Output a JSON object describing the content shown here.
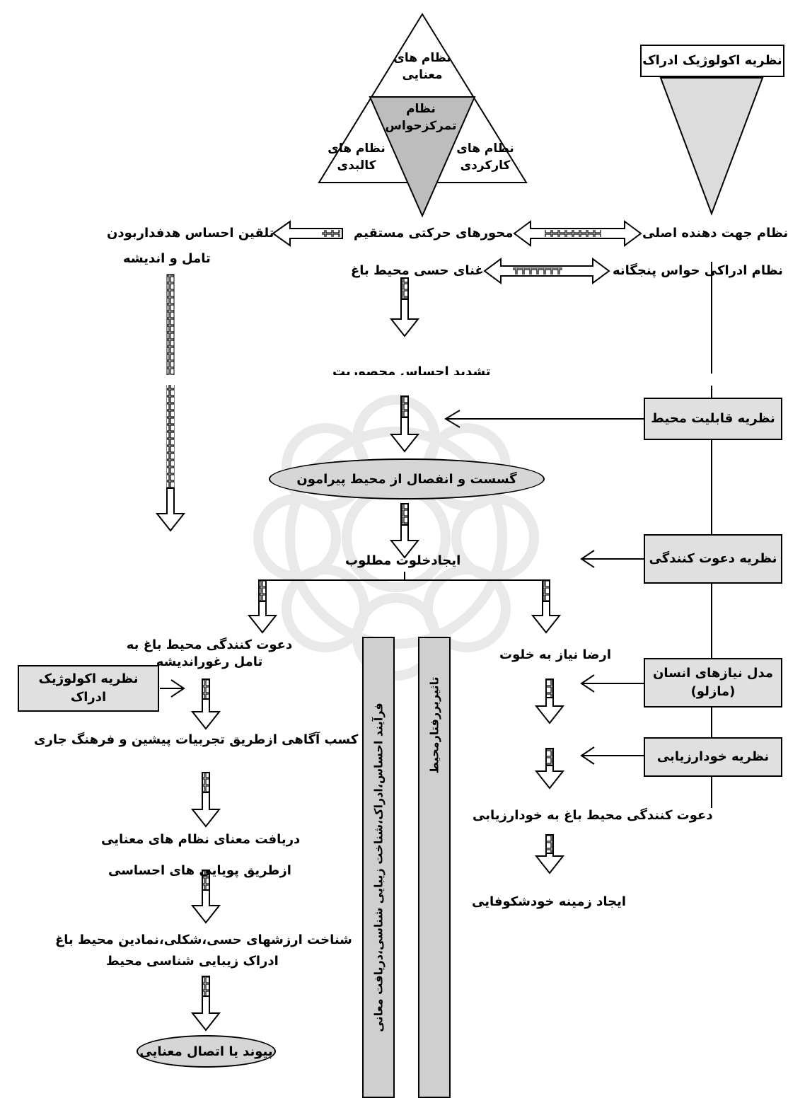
{
  "triangle": {
    "top": "نظام های\nمعنایی",
    "center": "نظام\nتمرکزحواس",
    "left": "نظام های\nکالبدی",
    "right": "نظام های\nکارکردی"
  },
  "right_column": {
    "top_box": "نظریه اکولوژیک ادراک",
    "main_system": "نظام جهت دهنده اصلی",
    "senses_system": "نظام ادراکی حواس پنجگانه",
    "affordance": "نظریه قابلیت محیط",
    "inviting": "نظریه دعوت کنندگی",
    "maslow": "مدل نیازهای انسان\n(مازلو)",
    "self_evaluation": "نظریه خودارزیابی"
  },
  "center_column": {
    "axes": "محورهای حرکتی مستقیم",
    "sensory_richness": "غنای حسی محیط باغ",
    "enclosure": "تشدید احساس محصوریت",
    "disconnect": "گسست و انفصال از محیط پیرامون",
    "privacy": "ایجادخلوت مطلوب"
  },
  "left_column": {
    "purposeful": "تلقین احساس هدفداربودن",
    "contemplation": "تامل و اندیشه",
    "invite_contemplation": "دعوت کنندگی محیط باغ به\nتامل رغوراندیشه",
    "ecological_box": "نظریه اکولوژیک ادراک",
    "awareness": "کسب آگاهی ازطریق تجربیات پیشین و فرهنگ جاری",
    "meaning": "دریافت معنای نظام های معنایی",
    "dynamics": "ازطریق پویایی های احساسی",
    "values": "شناخت ارزشهای حسی،شکلی،نمادین محیط باغ",
    "aesthetic": "ادراک زیبایی شناسی محیط",
    "bond": "پیوند یا اتصال معنایی"
  },
  "right_branch": {
    "satisfy_privacy": "ارضا نیاز به خلوت",
    "invite_self": "دعوت کنندگی محیط باغ به خودارزیابی",
    "self_actualization": "ایجاد زمینه خودشکوفایی"
  },
  "bars": {
    "process": "فرآیند احساس،ادراک،شناخت زیبایی شناسی،دریافت معانی",
    "behavior": "تاثیربررفتارمحیط"
  },
  "colors": {
    "light_gray": "#e0e0e0",
    "mid_gray": "#bdbdbd",
    "ellipse_gray": "#d6d6d6"
  }
}
